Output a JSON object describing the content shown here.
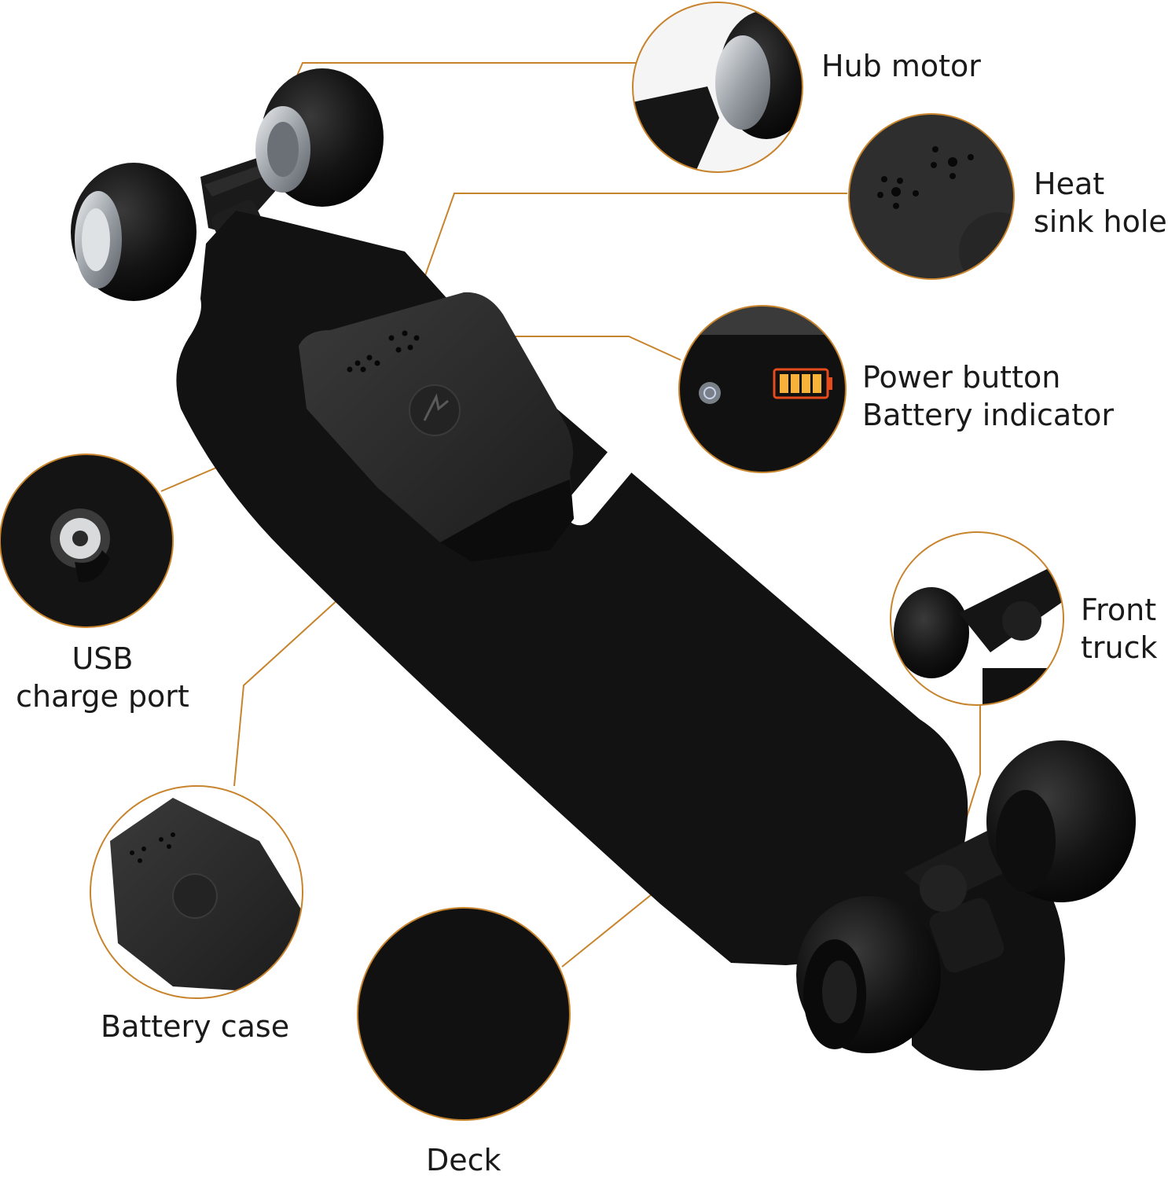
{
  "colors": {
    "leader": "#c8842d",
    "deck": "#121212",
    "wheel": "#151515",
    "metal": "#b9bdc2",
    "battery_green": "#e64b1c"
  },
  "labels": {
    "hub_motor": [
      "Hub motor"
    ],
    "heat_sink_hole": [
      "Heat",
      "sink hole"
    ],
    "power_button": [
      "Power button",
      "Battery indicator"
    ],
    "usb_port": [
      "USB",
      "charge port"
    ],
    "front_truck": [
      "Front",
      "truck"
    ],
    "battery_case": [
      "Battery case"
    ],
    "deck": [
      "Deck"
    ]
  },
  "icons": {
    "power": "power-icon",
    "battery": "battery-level-icon",
    "logo": "brand-logo-icon"
  }
}
